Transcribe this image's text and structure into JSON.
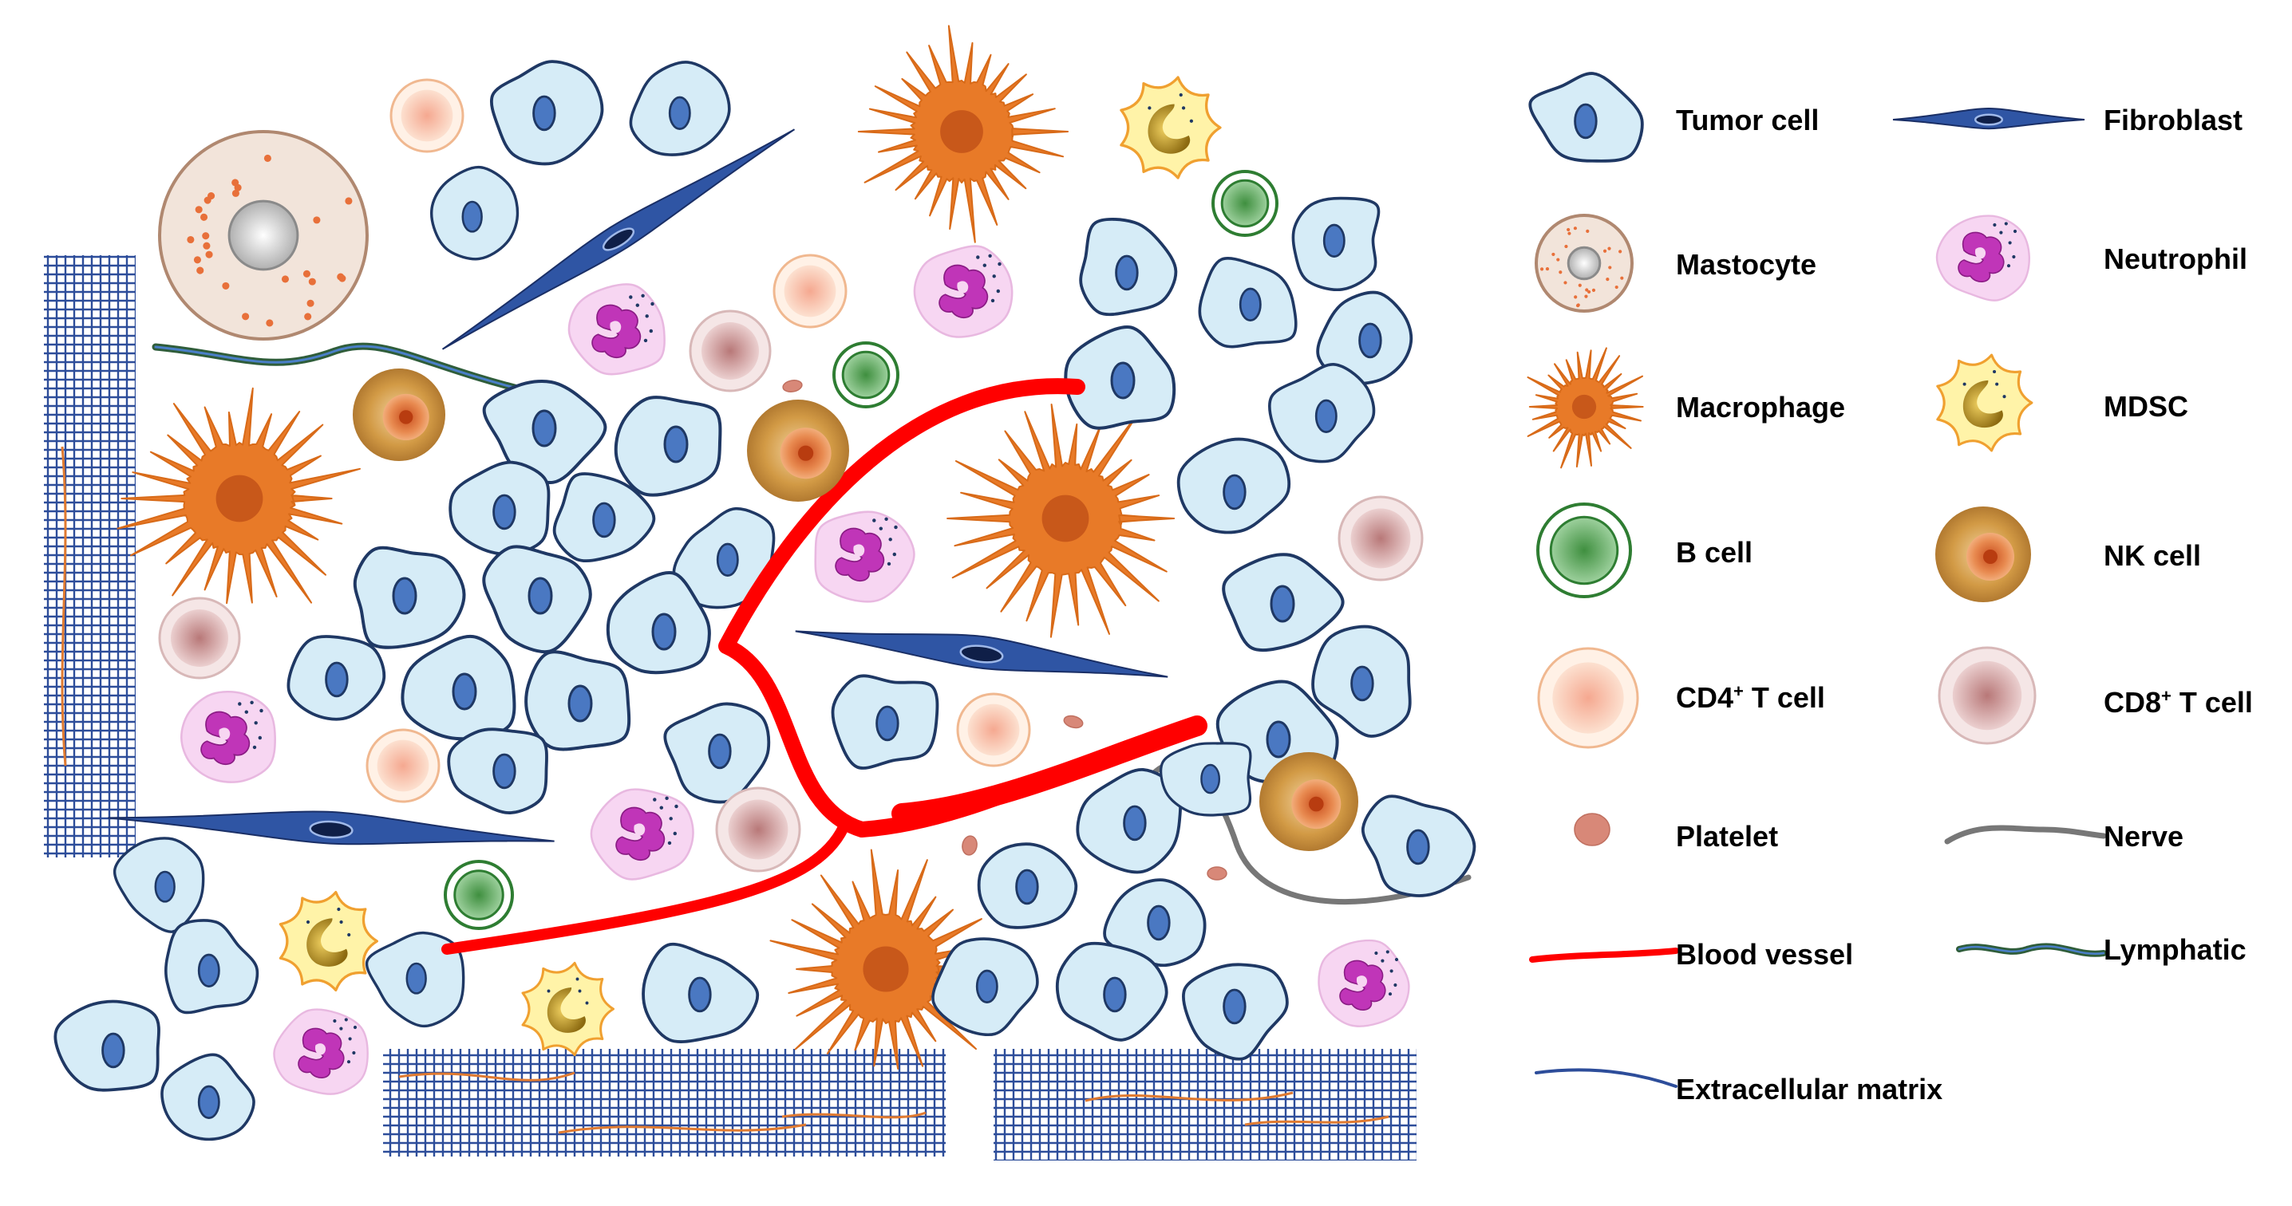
{
  "legend": {
    "tumor_cell": "Tumor cell",
    "fibroblast": "Fibroblast",
    "mastocyte": "Mastocyte",
    "neutrophil": "Neutrophil",
    "macrophage": "Macrophage",
    "mdsc": "MDSC",
    "b_cell": "B cell",
    "nk_cell": "NK cell",
    "cd4_prefix": "CD4",
    "cd4_sup": "+",
    "cd4_suffix": " T cell",
    "cd8_prefix": "CD8",
    "cd8_sup": "+",
    "cd8_suffix": " T cell",
    "platelet": "Platelet",
    "nerve": "Nerve",
    "blood_vessel": "Blood vessel",
    "lymphatic": "Lymphatic",
    "extracellular_matrix": "Extracellular matrix"
  },
  "colors": {
    "tumor_fill": "#d6ecf7",
    "tumor_stroke": "#1f3864",
    "tumor_nucleus": "#4a78c2",
    "fibroblast": "#2f55a4",
    "macrophage": "#e87a28",
    "macrophage_nucleus": "#c8581a",
    "mdsc_fill": "#fff3a8",
    "mdsc_stroke": "#f0a030",
    "mdsc_nucleus": "#b8860b",
    "neutrophil_fill": "#f7d6f2",
    "neutrophil_nucleus": "#c035b8",
    "b_cell_ring": "#2e7d32",
    "b_cell_fill": "#7fbf7f",
    "nk_outer": "#c8923a",
    "nk_inner": "#e07a30",
    "cd4_fill": "#fde0cc",
    "cd4_stroke": "#f0b890",
    "cd8_fill": "#e8c8c8",
    "cd8_stroke": "#d8b8b8",
    "platelet": "#d88878",
    "blood_vessel": "#ff0000",
    "nerve": "#777777",
    "lymphatic": "#2f5d3a",
    "matrix": "#2d4d9a",
    "matrix_fiber": "#e07a30",
    "mastocyte_fill": "#f2e4da",
    "mastocyte_nucleus": "#cfcfcf"
  }
}
